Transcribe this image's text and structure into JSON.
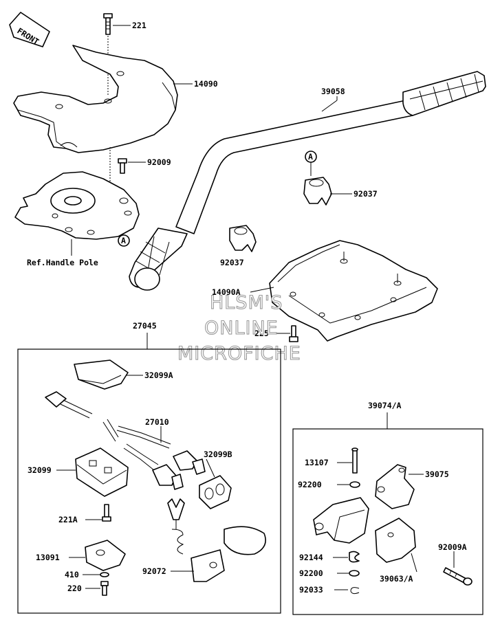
{
  "front_tag": "FRONT",
  "watermark": [
    "HLSM'S",
    "ONLINE",
    "MICROFICHE"
  ],
  "ref_text": "Ref.Handle Pole",
  "marker": "A",
  "parts": {
    "p221": "221",
    "p14090": "14090",
    "p39058": "39058",
    "p92009": "92009",
    "p92037_right": "92037",
    "p92037_mid": "92037",
    "p14090A": "14090A",
    "p225": "225",
    "p27045": "27045",
    "p32099A": "32099A",
    "p27010": "27010",
    "p32099": "32099",
    "p32099B": "32099B",
    "p221A": "221A",
    "p13091": "13091",
    "p410": "410",
    "p220": "220",
    "p92072": "92072",
    "p39074A": "39074/A",
    "p13107": "13107",
    "p39075": "39075",
    "p92200_a": "92200",
    "p92144": "92144",
    "p92200_b": "92200",
    "p92033": "92033",
    "p92009A": "92009A",
    "p39063A": "39063/A"
  }
}
